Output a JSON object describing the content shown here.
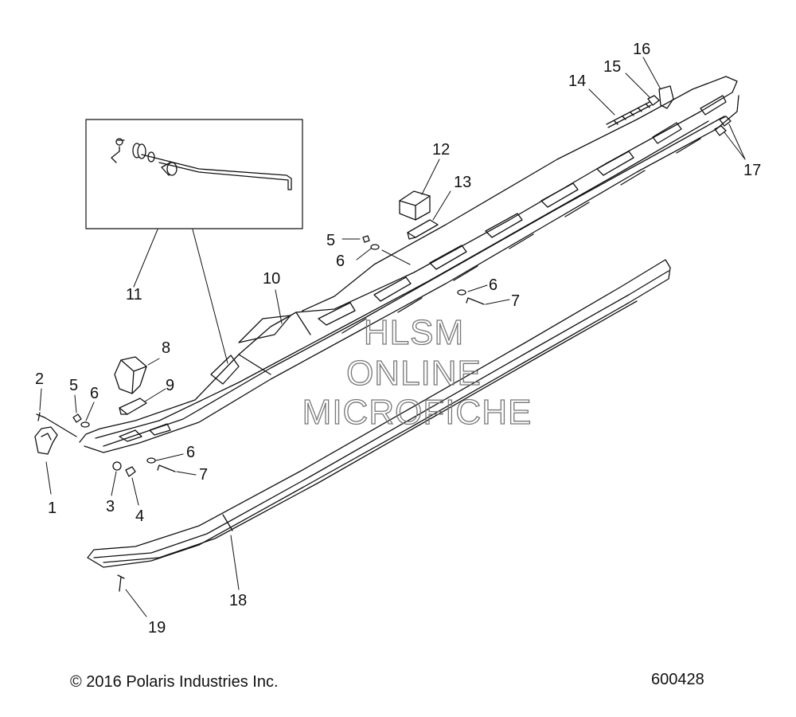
{
  "callouts": [
    {
      "id": "1",
      "label": "1"
    },
    {
      "id": "2",
      "label": "2"
    },
    {
      "id": "3",
      "label": "3"
    },
    {
      "id": "4",
      "label": "4"
    },
    {
      "id": "5a",
      "label": "5"
    },
    {
      "id": "5b",
      "label": "5"
    },
    {
      "id": "6a",
      "label": "6"
    },
    {
      "id": "6b",
      "label": "6"
    },
    {
      "id": "6c",
      "label": "6"
    },
    {
      "id": "6d",
      "label": "6"
    },
    {
      "id": "7a",
      "label": "7"
    },
    {
      "id": "7b",
      "label": "7"
    },
    {
      "id": "8",
      "label": "8"
    },
    {
      "id": "9",
      "label": "9"
    },
    {
      "id": "10",
      "label": "10"
    },
    {
      "id": "11",
      "label": "11"
    },
    {
      "id": "12",
      "label": "12"
    },
    {
      "id": "13",
      "label": "13"
    },
    {
      "id": "14",
      "label": "14"
    },
    {
      "id": "15",
      "label": "15"
    },
    {
      "id": "16",
      "label": "16"
    },
    {
      "id": "17",
      "label": "17"
    },
    {
      "id": "18",
      "label": "18"
    },
    {
      "id": "19",
      "label": "19"
    }
  ],
  "watermark": {
    "line1": "HLSM",
    "line2": "ONLINE",
    "line3": "MICROFICHE"
  },
  "footer": {
    "copyright": "© 2016 Polaris Industries Inc.",
    "figure_number": "600428"
  },
  "colors": {
    "line": "#111111",
    "watermark": "#777777",
    "background": "#ffffff"
  }
}
